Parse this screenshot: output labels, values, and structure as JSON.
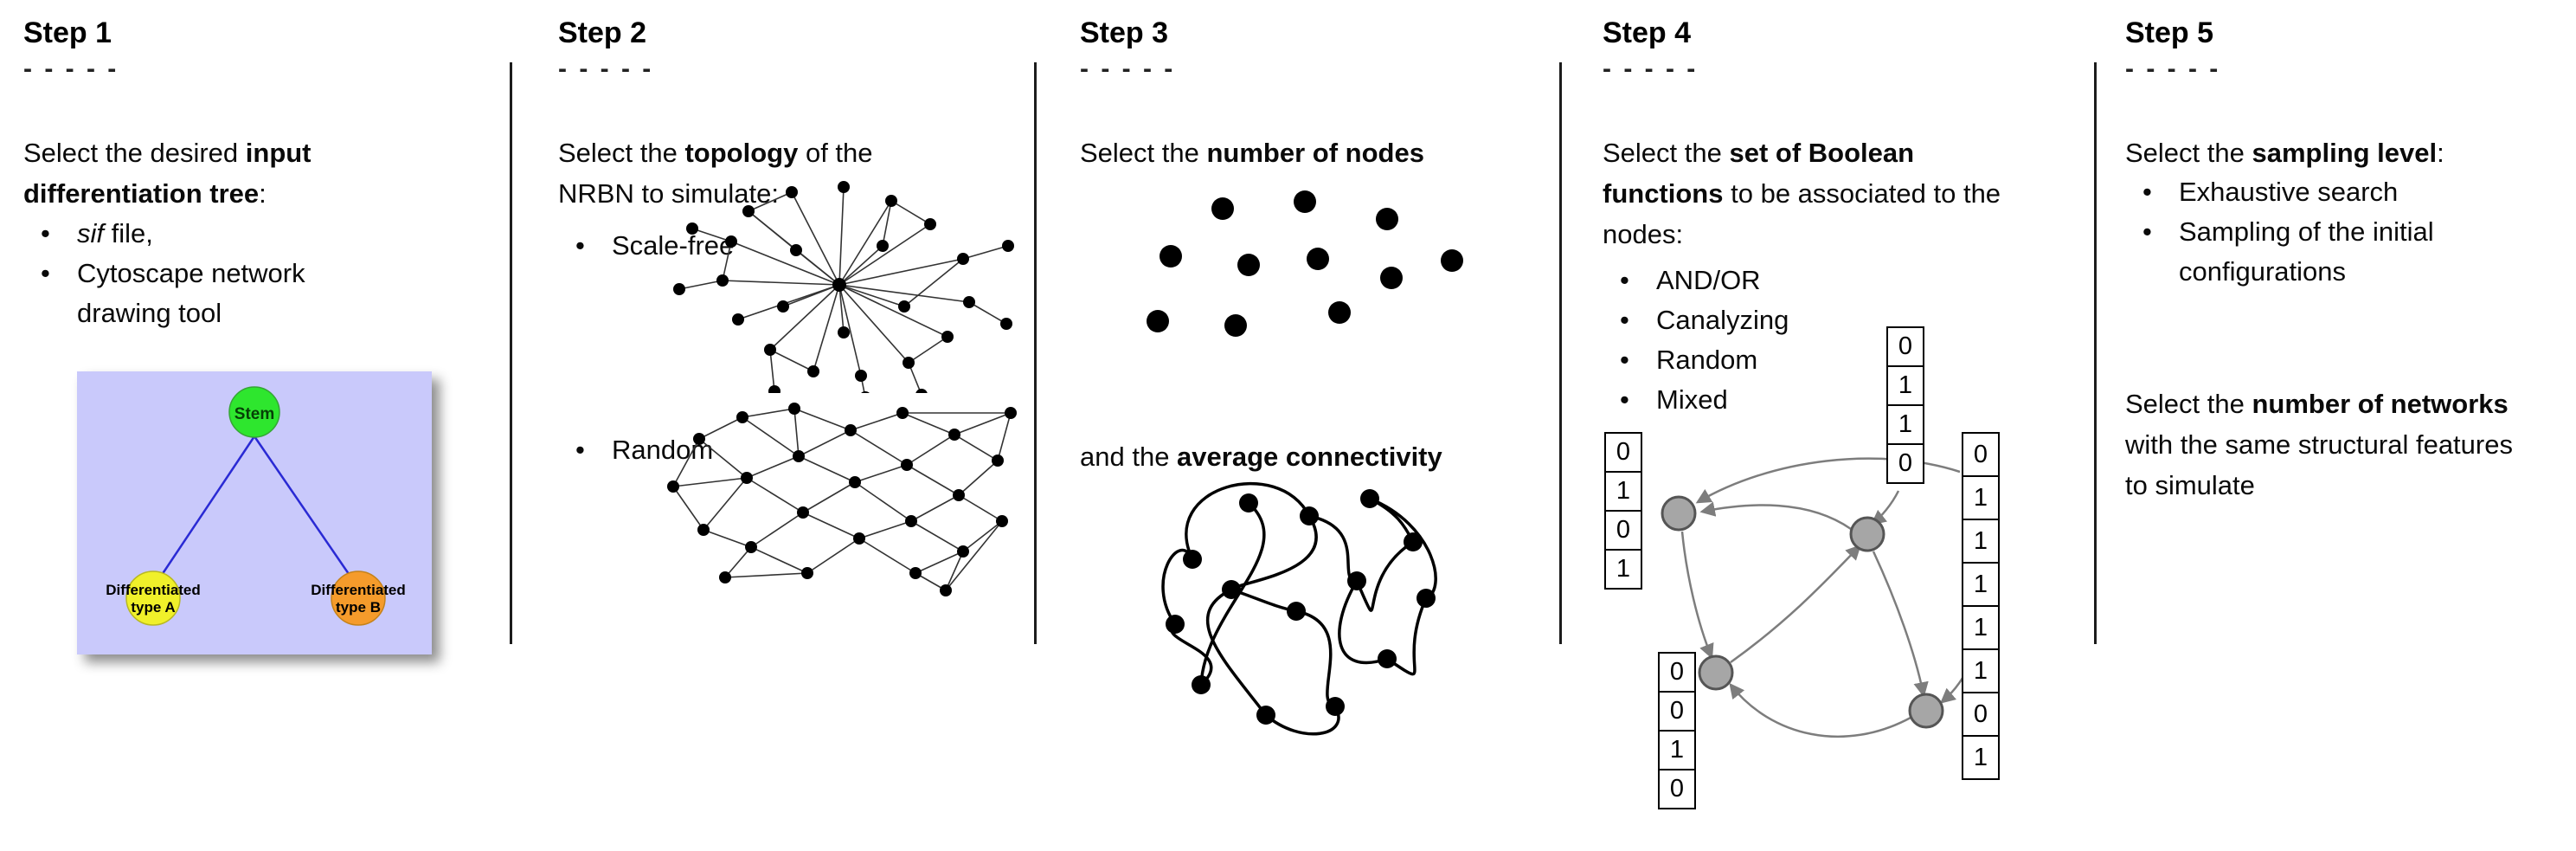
{
  "step1": {
    "title": "Step 1",
    "dashes": "- - - - -",
    "intro": {
      "pre": "Select the desired ",
      "bold": "input differentiation tree",
      "post": ":"
    },
    "bullet1": {
      "italic": "sif",
      "rest": " file,"
    },
    "bullet2": "Cytoscape network drawing tool",
    "tree": {
      "stem": "Stem",
      "type_a": [
        "Differentiated",
        "type A"
      ],
      "type_b": [
        "Differentiated",
        "type B"
      ],
      "colors": {
        "background": "#c9c9fb",
        "stem": "#2ee62e",
        "type_a": "#f0f02a",
        "type_b": "#f59b2b",
        "edge": "#2a2ad4"
      }
    }
  },
  "step2": {
    "title": "Step 2",
    "dashes": "- - - - -",
    "intro": {
      "pre": "Select the ",
      "bold": "topology",
      "post": " of the NRBN to simulate:"
    },
    "bullets": [
      "Scale-free",
      "Random"
    ]
  },
  "step3": {
    "title": "Step 3",
    "dashes": "- - - - -",
    "line1": {
      "pre": "Select the ",
      "bold": "number of nodes"
    },
    "line2": {
      "pre": "and the ",
      "bold": "average connectivity"
    }
  },
  "step4": {
    "title": "Step 4",
    "dashes": "- - - - -",
    "intro": {
      "pre": "Select the ",
      "bold": "set of Boolean functions",
      "post": " to be associated to the nodes:"
    },
    "bullets": [
      "AND/OR",
      "Canalyzing",
      "Random",
      "Mixed"
    ],
    "tables": {
      "left": [
        "0",
        "1",
        "0",
        "1"
      ],
      "top": [
        "0",
        "1",
        "1",
        "0"
      ],
      "bottom_left": [
        "0",
        "0",
        "1",
        "0"
      ],
      "right": [
        "0",
        "1",
        "1",
        "1",
        "1",
        "1",
        "0",
        "1"
      ]
    }
  },
  "step5": {
    "title": "Step 5",
    "dashes": "- - - - -",
    "intro": {
      "pre": "Select the ",
      "bold": "sampling level",
      "post": ":"
    },
    "bullets": [
      "Exhaustive search",
      "Sampling of the initial configurations"
    ],
    "second": {
      "pre": "Select the ",
      "bold": "number of networks",
      "post": " with the same structural features to simulate"
    }
  }
}
